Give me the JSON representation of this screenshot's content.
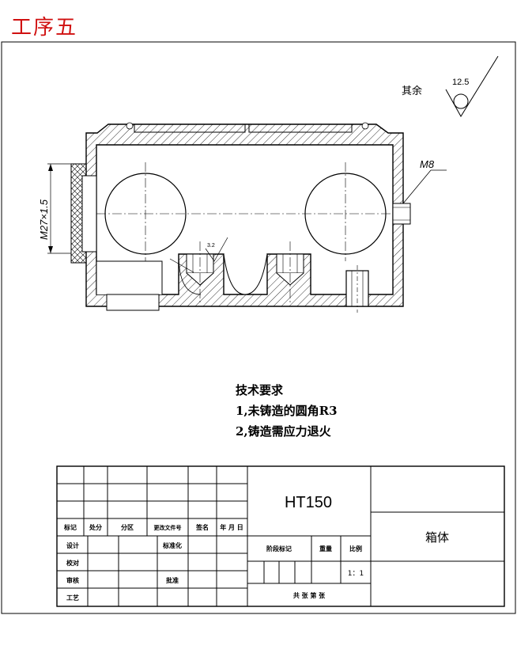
{
  "page": {
    "title": "工序五"
  },
  "annotations": {
    "remaining_label": "其余",
    "roughness_main": "12.5",
    "roughness_hole": "3.2",
    "thread_right": "M8",
    "thread_left": "M27×1.5"
  },
  "requirements": {
    "title": "技术要求",
    "items": [
      "1,未铸造的圆角R3",
      "2,铸造需应力退火"
    ]
  },
  "title_block": {
    "material": "HT150",
    "part_name": "箱体",
    "row_headers": [
      "标记",
      "处分",
      "分区",
      "更改文件号",
      "签名",
      "年 月 日"
    ],
    "design": "设计",
    "standardize": "标准化",
    "check": "校对",
    "review": "审核",
    "approve": "批准",
    "process": "工艺",
    "stage_mark": "阶段标记",
    "weight": "重量",
    "scale": "比例",
    "scale_value": "1：1",
    "sheets": "共  张  第  张"
  },
  "colors": {
    "heading": "#d01010",
    "line": "#000000"
  }
}
